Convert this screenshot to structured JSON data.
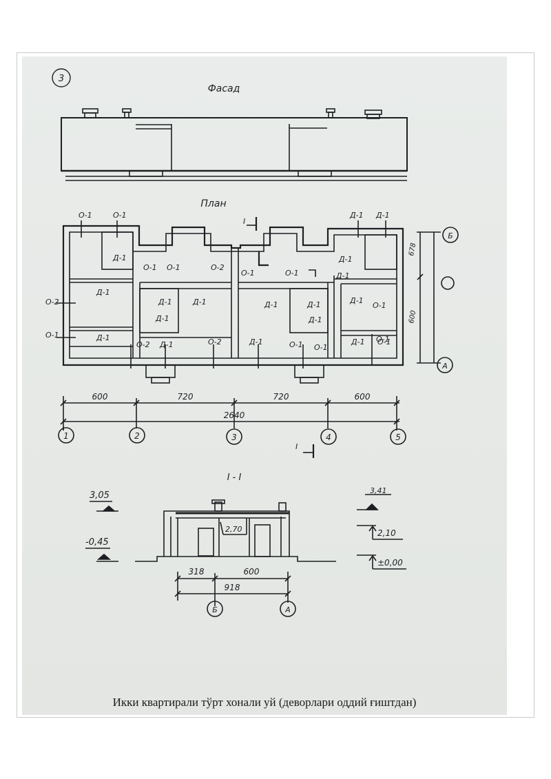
{
  "sheet": {
    "number": "3",
    "facade_title": "Фасад",
    "plan_title": "План",
    "section_title": "I - I",
    "caption": "Икки квартирали тўрт хонали уй (деворлари оддий ғиштдан)"
  },
  "plan": {
    "room_labels": [
      "О-1",
      "О-1",
      "Д-1",
      "Д-1",
      "О-2",
      "О-1",
      "О-1",
      "О-2",
      "О-1",
      "О-1",
      "Д-1",
      "Д-1",
      "Д-1",
      "Д-1",
      "О-1",
      "Д-1",
      "Д-1",
      "Д-1",
      "Д-1",
      "О-1",
      "О-2",
      "Д-1",
      "О-2",
      "Д-1",
      "О-1",
      "О-1",
      "Д-1",
      "Д-1",
      "Д-1",
      "О-1",
      "Д-1",
      "Д-1",
      "О-1"
    ],
    "section_mark": "I",
    "dims_top": [
      "600",
      "720",
      "720",
      "600"
    ],
    "dim_total": "2640",
    "axes_bottom": [
      "1",
      "2",
      "3",
      "4",
      "5"
    ],
    "axes_right": [
      "Б",
      "А"
    ],
    "dim_right_a": "678",
    "dim_right_b": "600"
  },
  "section": {
    "elev_top": "3,05",
    "elev_low": "-0,45",
    "elev_roof": "3,41",
    "elev_ceiling": "2,10",
    "elev_zero": "±0,00",
    "inner_height": "2,70",
    "dim_parts": [
      "318",
      "600"
    ],
    "dim_total": "918",
    "axes": [
      "Б",
      "А"
    ]
  }
}
